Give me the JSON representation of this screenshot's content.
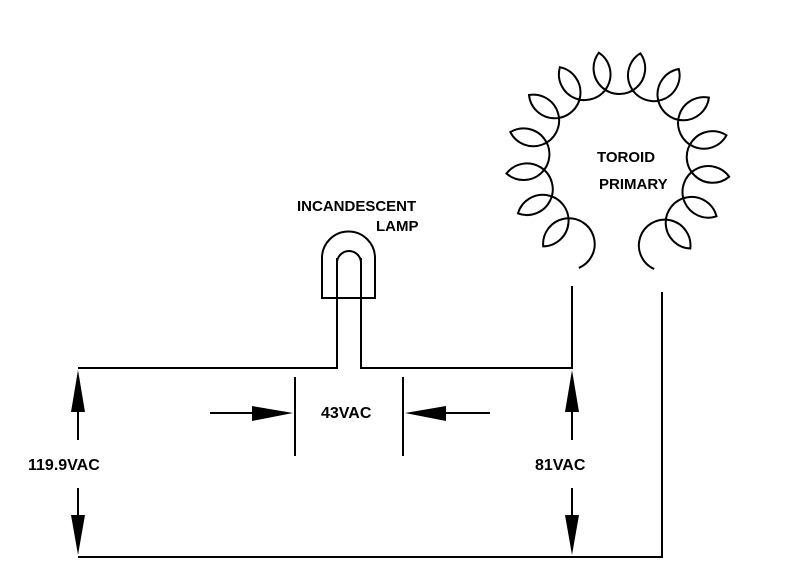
{
  "diagram": {
    "components": {
      "lamp": {
        "label_line1": "INCANDESCENT",
        "label_line2": "LAMP"
      },
      "toroid": {
        "label_line1": "TOROID",
        "label_line2": "PRIMARY",
        "scallop_count": 15
      }
    },
    "measurements": {
      "supply": {
        "label": "119.9VAC",
        "value": 119.9,
        "unit": "VAC"
      },
      "lamp_drop": {
        "label": "43VAC",
        "value": 43,
        "unit": "VAC"
      },
      "toroid_drop": {
        "label": "81VAC",
        "value": 81,
        "unit": "VAC"
      }
    },
    "colors": {
      "line": "#000000",
      "background": "#ffffff"
    }
  }
}
